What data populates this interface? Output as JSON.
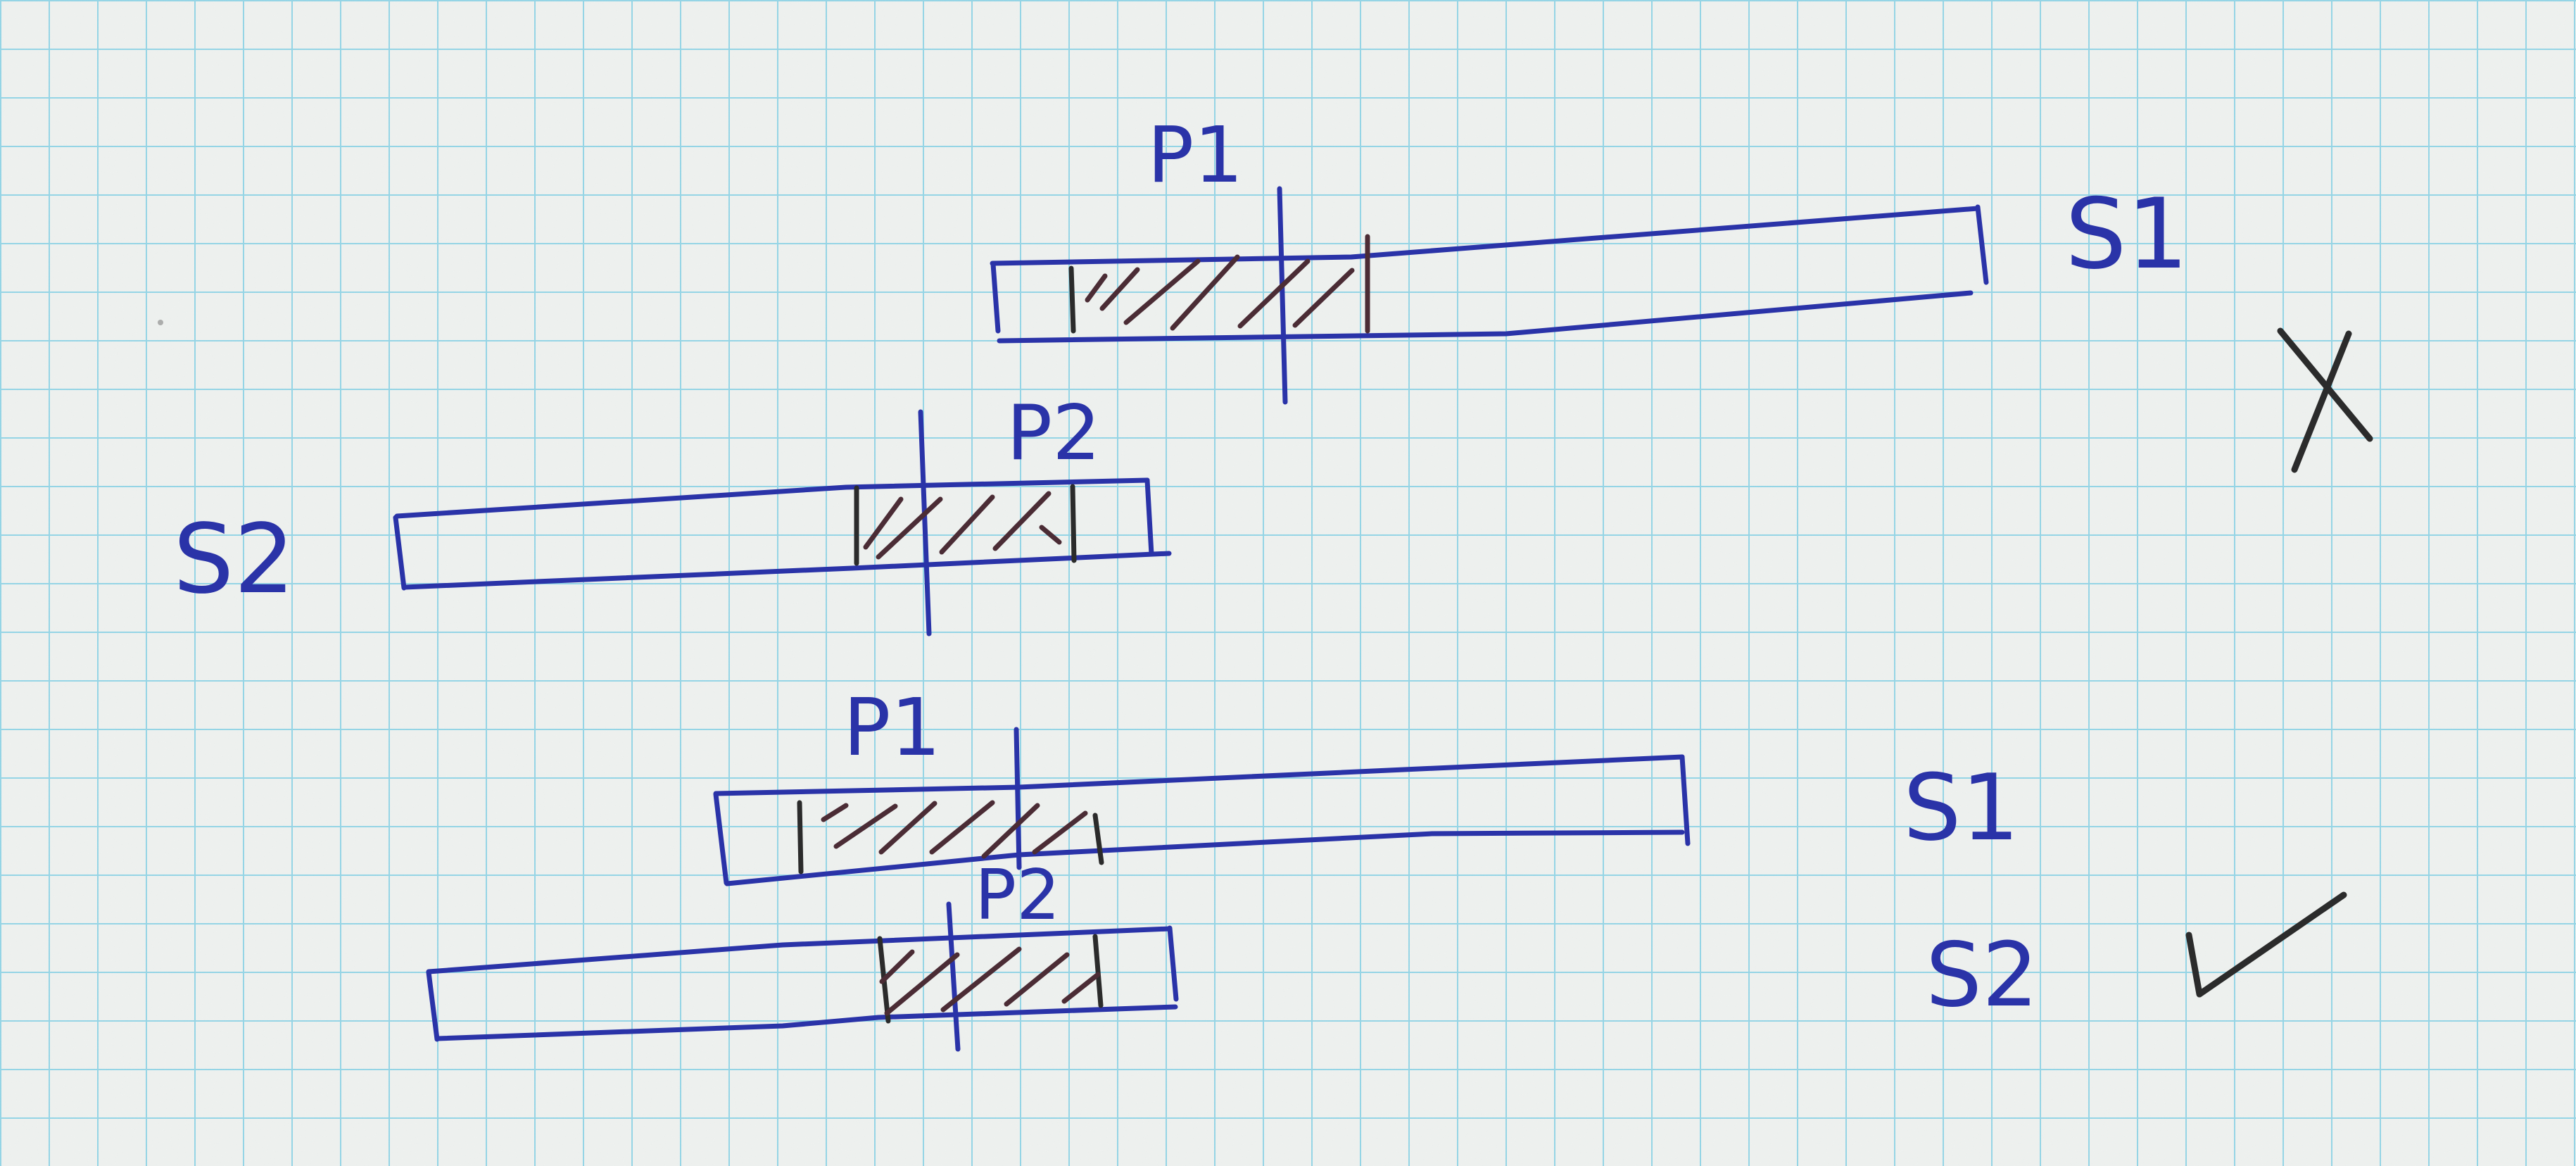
{
  "labels": {
    "p1_top": "P1",
    "s1_top": "S1",
    "p2_top": "P2",
    "s2_top": "S2",
    "p1_bottom": "P1",
    "p2_bottom": "P2",
    "s1_bottom": "S1",
    "s2_bottom": "S2"
  },
  "colors": {
    "paper": "#eef1ef",
    "grid": "#8fd3e6",
    "ink_blue": "#2a33a8",
    "ink_dark": "#2b2b2b",
    "hatch": "#4b2c35"
  },
  "marks": {
    "top_result": "cross-mark",
    "bottom_result": "check-mark"
  }
}
